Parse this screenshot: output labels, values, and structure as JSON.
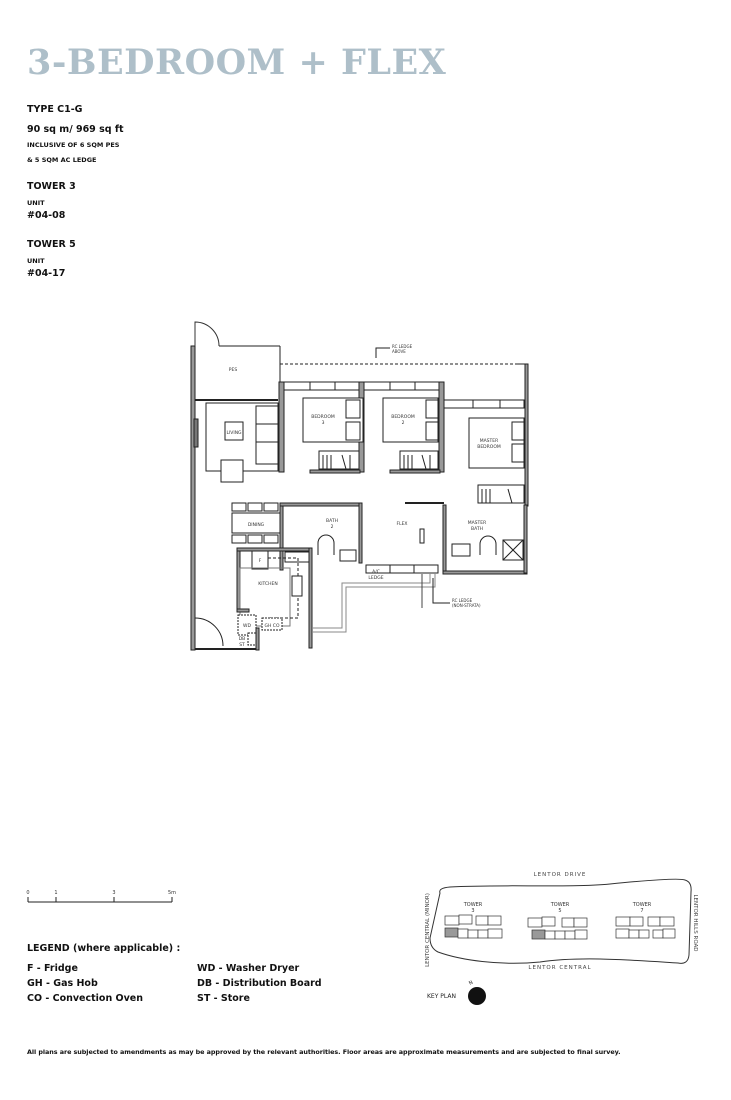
{
  "header": {
    "title": "3-BEDROOM + FLEX",
    "title_color": "#aebfc9"
  },
  "unit_info": {
    "type": "TYPE C1-G",
    "area": "90 sq m/ 969 sq ft",
    "inclusive_line1": "INCLUSIVE OF 6 SQM PES",
    "inclusive_line2": "& 5 SQM AC LEDGE",
    "towers": [
      {
        "tower": "TOWER 3",
        "unit_label": "UNIT",
        "unit": "#04-08"
      },
      {
        "tower": "TOWER 5",
        "unit_label": "UNIT",
        "unit": "#04-17"
      }
    ]
  },
  "floor_plan": {
    "rooms": {
      "pes": "PES",
      "living": "LIVING",
      "bedroom3_a": "BEDROOM",
      "bedroom3_b": "3",
      "bedroom2_a": "BEDROOM",
      "bedroom2_b": "2",
      "master_a": "MASTER",
      "master_b": "BEDROOM",
      "dining": "DINING",
      "bath2_a": "BATH",
      "bath2_b": "2",
      "flex": "FLEX",
      "master_bath_a": "MASTER",
      "master_bath_b": "BATH",
      "kitchen": "KITCHEN",
      "ac_ledge_a": "A/C",
      "ac_ledge_b": "LEDGE",
      "fridge": "F",
      "wd": "WD",
      "db": "DB",
      "st": "ST",
      "gh_co": "GH CO"
    },
    "annotations": {
      "rc_ledge_above_a": "RC LEDGE",
      "rc_ledge_above_b": "ABOVE",
      "rc_ledge_ns_a": "RC LEDGE",
      "rc_ledge_ns_b": "(NON-STRATA)"
    }
  },
  "scale_bar": {
    "ticks": [
      "0",
      "1",
      "3",
      "5m"
    ]
  },
  "legend": {
    "title": "LEGEND (where applicable) :",
    "items": [
      "F - Fridge",
      "WD - Washer Dryer",
      "GH - Gas Hob",
      "DB - Distribution Board",
      "CO - Convection Oven",
      "ST - Store"
    ]
  },
  "key_plan": {
    "label": "KEY PLAN",
    "north": "N",
    "roads": {
      "top": "LENTOR DRIVE",
      "bottom": "LENTOR CENTRAL",
      "left": "LENTOR CENTRAL (MINOR)",
      "right": "LENTOR HILLS ROAD"
    },
    "towers": [
      {
        "label": "TOWER",
        "num": "3"
      },
      {
        "label": "TOWER",
        "num": "5"
      },
      {
        "label": "TOWER",
        "num": "7"
      }
    ]
  },
  "footer": {
    "disclaimer": "All plans are subjected to amendments as may be approved by the relevant authorities. Floor areas are approximate measurements and are subjected to final survey."
  }
}
